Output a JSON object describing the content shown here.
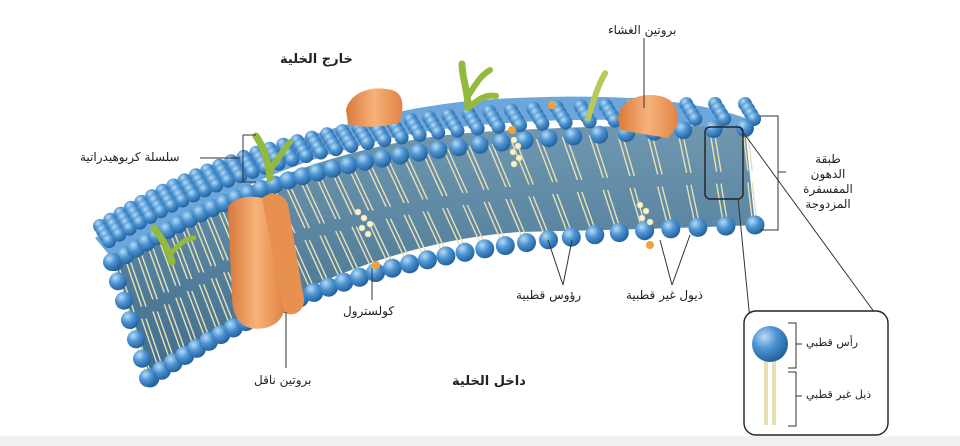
{
  "labels": {
    "outside_cell": "خارج الخلية",
    "inside_cell": "داخل الخلية",
    "membrane_protein": "بروتين الغشاء",
    "carbohydrate_chain": "سلسلة كربوهيدراتية",
    "cholesterol": "كولسترول",
    "transport_protein": "بروتين ناقل",
    "polar_heads": "رؤوس قطبية",
    "nonpolar_tails": "ذيول غير قطبية",
    "bilayer_line1": "طبقة",
    "bilayer_line2": "الدهون",
    "bilayer_line3": "المفسفرة",
    "bilayer_line4": "المزدوجة",
    "inset_polar_head": "رأس قطبي",
    "inset_nonpolar_tail": "ذيل غير قطبي"
  },
  "colors": {
    "head_blue": "#3f86c6",
    "head_highlight": "#9cc8ee",
    "tail_cream": "#e9e2b8",
    "protein_orange": "#f2a05c",
    "carbohydrate_green": "#8fb63c",
    "cholesterol_yellow": "#f6f1c8",
    "leader_line": "#333333"
  }
}
